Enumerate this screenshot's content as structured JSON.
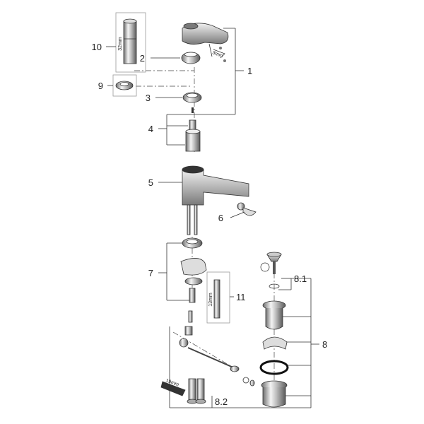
{
  "labels": {
    "l1": "1",
    "l2": "2",
    "l3": "3",
    "l4": "4",
    "l5": "5",
    "l6": "6",
    "l7": "7",
    "l8": "8",
    "l81": "8.1",
    "l82": "8.2",
    "l9": "9",
    "l10": "10",
    "l11": "11"
  },
  "dimensions": {
    "d32": "32mm",
    "d3": "3mm",
    "d13": "13mm",
    "d19": "19mm"
  }
}
